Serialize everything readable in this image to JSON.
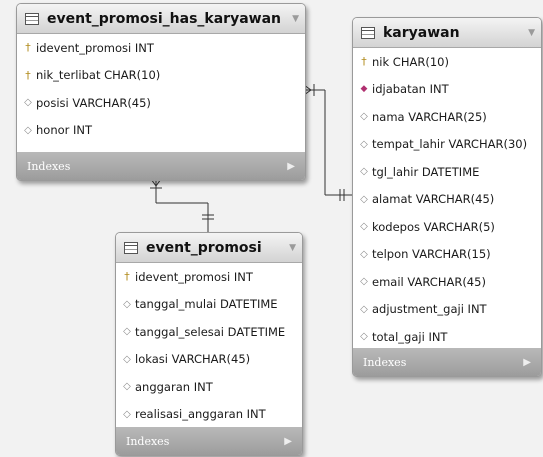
{
  "tables": {
    "has_karyawan": {
      "title": "event_promosi_has_karyawan",
      "footer": "Indexes",
      "columns": [
        {
          "icon": "key",
          "text": "idevent_promosi INT"
        },
        {
          "icon": "key",
          "text": "nik_terlibat CHAR(10)"
        },
        {
          "icon": "opt",
          "text": "posisi VARCHAR(45)"
        },
        {
          "icon": "opt",
          "text": "honor INT"
        }
      ]
    },
    "karyawan": {
      "title": "karyawan",
      "footer": "Indexes",
      "columns": [
        {
          "icon": "key",
          "text": "nik CHAR(10)"
        },
        {
          "icon": "fk",
          "text": "idjabatan INT"
        },
        {
          "icon": "opt",
          "text": "nama VARCHAR(25)"
        },
        {
          "icon": "opt",
          "text": "tempat_lahir VARCHAR(30)"
        },
        {
          "icon": "opt",
          "text": "tgl_lahir DATETIME"
        },
        {
          "icon": "opt",
          "text": "alamat VARCHAR(45)"
        },
        {
          "icon": "opt",
          "text": "kodepos VARCHAR(5)"
        },
        {
          "icon": "opt",
          "text": "telpon VARCHAR(15)"
        },
        {
          "icon": "opt",
          "text": "email VARCHAR(45)"
        },
        {
          "icon": "opt",
          "text": "adjustment_gaji INT"
        },
        {
          "icon": "opt",
          "text": "total_gaji INT"
        }
      ]
    },
    "event_promosi": {
      "title": "event_promosi",
      "footer": "Indexes",
      "columns": [
        {
          "icon": "key",
          "text": "idevent_promosi INT"
        },
        {
          "icon": "opt",
          "text": "tanggal_mulai DATETIME"
        },
        {
          "icon": "opt",
          "text": "tanggal_selesai DATETIME"
        },
        {
          "icon": "opt",
          "text": "lokasi VARCHAR(45)"
        },
        {
          "icon": "opt",
          "text": "anggaran INT"
        },
        {
          "icon": "opt",
          "text": "realisasi_anggaran INT"
        }
      ]
    }
  },
  "icons": {
    "key": "key-icon",
    "fk": "foreign-key-icon",
    "opt": "nullable-column-icon",
    "table": "table-icon",
    "collapse": "collapse-arrow-icon",
    "expand": "expand-arrow-icon"
  },
  "colors": {
    "line": "#333333",
    "footer": "#a8a8a8",
    "header": "#dcdcdc"
  }
}
